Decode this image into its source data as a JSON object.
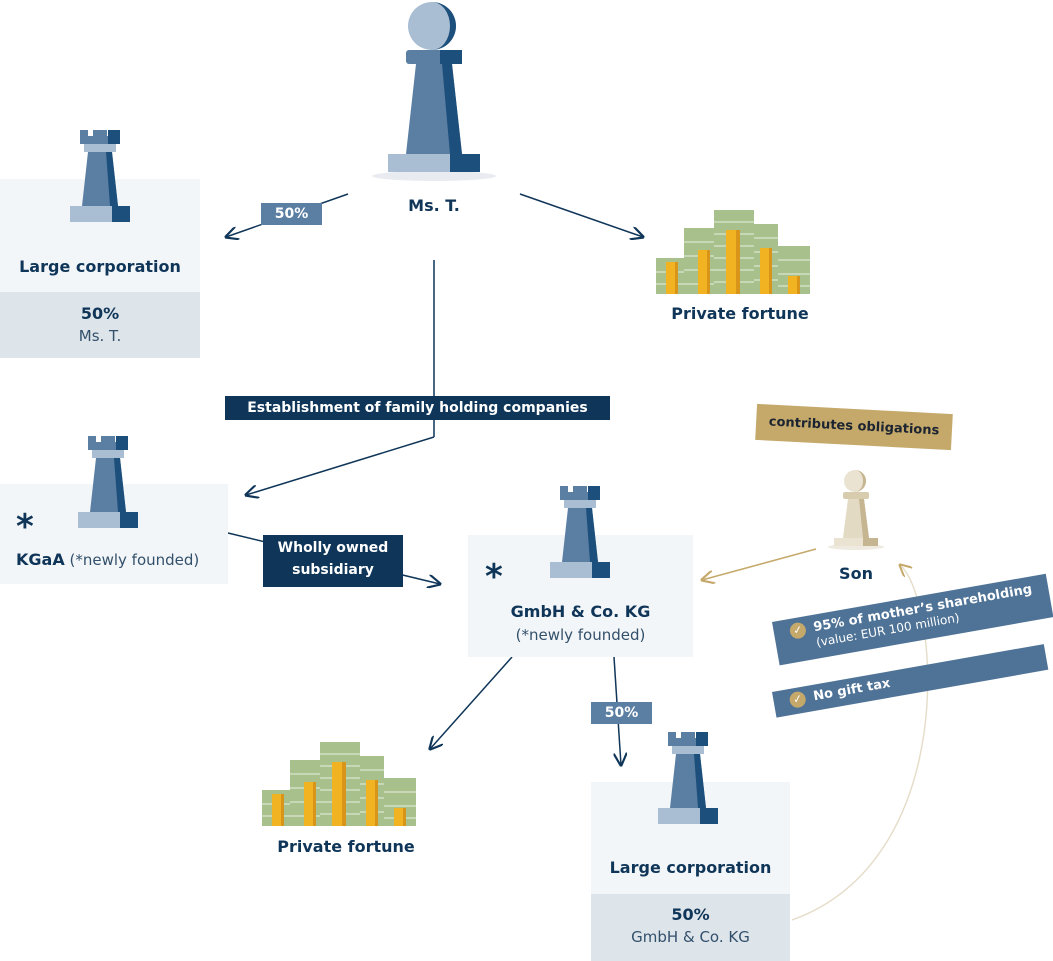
{
  "people": {
    "ms_t": "Ms. T.",
    "son": "Son"
  },
  "large_corp_top": {
    "title": "Large corporation",
    "share": "50%",
    "owner": "Ms. T."
  },
  "large_corp_bottom": {
    "title": "Large corporation",
    "share": "50%",
    "owner": "GmbH & Co. KG"
  },
  "kgaa": {
    "title": "KGaA",
    "note": "(*newly founded)",
    "star": "*"
  },
  "gmbh": {
    "title": "GmbH & Co. KG",
    "note": "(*newly founded)",
    "star": "*"
  },
  "private_fortune_top": "Private fortune",
  "private_fortune_bottom": "Private fortune",
  "labels": {
    "share_top": "50%",
    "share_bottom": "50%",
    "establishment": "Establishment of family holding companies",
    "wholly_owned_1": "Wholly owned",
    "wholly_owned_2": "subsidiary",
    "contributes": "contributes obligations"
  },
  "badges": {
    "shareholding": "95% of mother’s shareholding",
    "value": "(value: EUR 100 million)",
    "no_gift_tax": "No gift tax",
    "check": "✓"
  },
  "colors": {
    "navy": "#0f3558",
    "steel": "#5b7fa3",
    "gold": "#c5a96b",
    "card": "#f3f6f8",
    "card_foot": "#dde4ea"
  }
}
